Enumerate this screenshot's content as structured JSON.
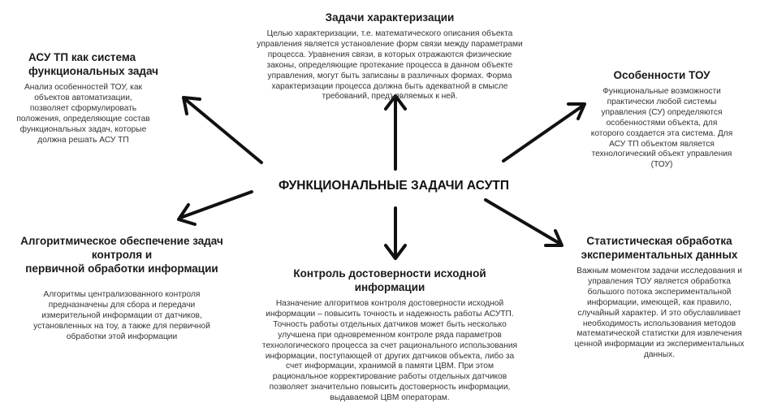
{
  "center_title": "ФУНКЦИОНАЛЬНЫЕ ЗАДАЧИ АСУТП",
  "blocks": {
    "top": {
      "title": [
        "Задачи характеризации"
      ],
      "body": [
        "Целью характеризации, т.е. математического описания объекта",
        "управления является установление форм связи между параметрами",
        "процесса. Уравнения связи, в которых отражаются физические",
        "законы, определяющие протекание процесса в данном объекте",
        "управления, могут быть записаны в различных формах. Форма",
        "характеризации процесса должна быть адекватной в смысле",
        "требований, предъявляемых к ней."
      ]
    },
    "top_left": {
      "title": [
        "АСУ ТП как система",
        "функциональных задач"
      ],
      "body": [
        "Анализ особенностей ТОУ, как",
        "объектов автоматизации,",
        "позволяет сформулировать",
        "положения, определяющие состав",
        "функциональных задач, которые",
        "должна решать АСУ ТП"
      ]
    },
    "top_right": {
      "title": [
        "Особенности ТОУ"
      ],
      "body": [
        "Функциональные возможности",
        "практически любой системы",
        "управления (СУ) определяются",
        "особенностями объекта, для",
        "которого создается эта система. Для",
        "АСУ ТП объектом является",
        "технологический объект управления",
        "(ТОУ)"
      ]
    },
    "bottom_left": {
      "title": [
        "Алгоритмическое обеспечение задач",
        "контроля и",
        "первичной обработки информации"
      ],
      "body": [
        "Алгоритмы централизованного контроля",
        "предназначены для сбора и передачи",
        "измерительной информации от датчиков,",
        "установленных на тоу, а также для первичной",
        "обработки этой информации"
      ]
    },
    "bottom_center": {
      "title": [
        "Контроль достоверности исходной",
        "информации"
      ],
      "body": [
        "Назначение алгоритмов контроля достоверности исходной",
        "информации – повысить точность и надежность работы АСУТП.",
        "Точность работы отдельных датчиков может быть несколько",
        "улучшена при одновременном контроле ряда параметров",
        "технологического процесса за счет рационального использования",
        "информации, поступающей от других датчиков объекта, либо за",
        "счет информации, хранимой в памяти ЦВМ. При этом",
        "рациональное корректирование работы отдельных датчиков",
        "позволяет значительно повысить достоверность информации,",
        "выдаваемой ЦВМ операторам."
      ]
    },
    "bottom_right": {
      "title": [
        "Статистическая обработка",
        "экспериментальных данных"
      ],
      "body": [
        "Важным моментом задачи исследования и",
        "управления ТОУ является обработка",
        "большого потока экспериментальной",
        "информации, имеющей, как правило,",
        "случайный характер. И это обуславливает",
        "необходимость использования методов",
        "математической статистки для извлечения",
        "ценной информации из экспериментальных",
        "данных."
      ]
    }
  }
}
